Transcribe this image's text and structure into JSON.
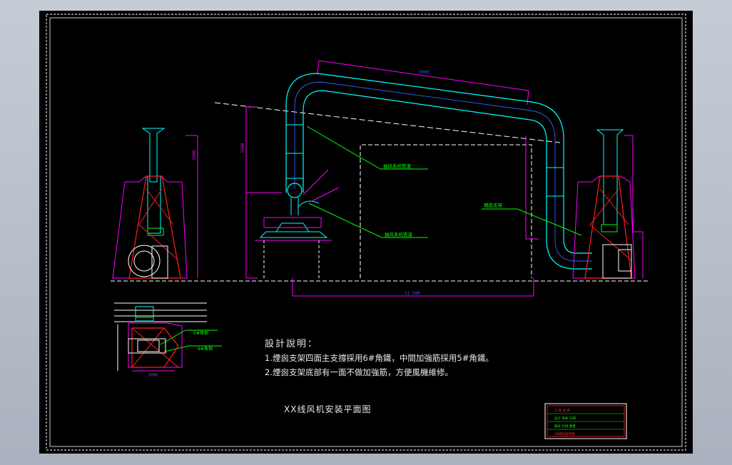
{
  "colors": {
    "background": "#000000",
    "viewport": "#b9c1cd",
    "border": "#ffffff",
    "duct": "#00ffff",
    "inner_duct": "#3a5cff",
    "dimension": "#ff00ff",
    "support": "#ff2020",
    "leader": "#00ff00",
    "text": "#e8e8e8"
  },
  "labels": {
    "exhaust_duct": "抽风系统管道",
    "branch_duct": "抽风系统管道",
    "chimney_support": "烟囱支架",
    "angle_5": "5#角钢",
    "angle_6": "6#角钢"
  },
  "notes": {
    "title": "設計說明：",
    "line1": "1.煙囪支架四面主支撐採用6#角鐵，中間加強筋採用5#角鐵。",
    "line2": "2.煙囪支架底部有一面不做加強筋，方便風機維修。"
  },
  "drawing_title": "XX线风机安装平面图",
  "dimensions": {
    "top_duct": "5000",
    "height": "3500",
    "chimney_left": "2000",
    "bottom": "11 500",
    "plan": "1000"
  },
  "title_block": {
    "row1": "工 程 名 称",
    "row2": "设计   审核   日期",
    "row3": "图号   比例   数量",
    "row4": "XX风机安装图"
  }
}
